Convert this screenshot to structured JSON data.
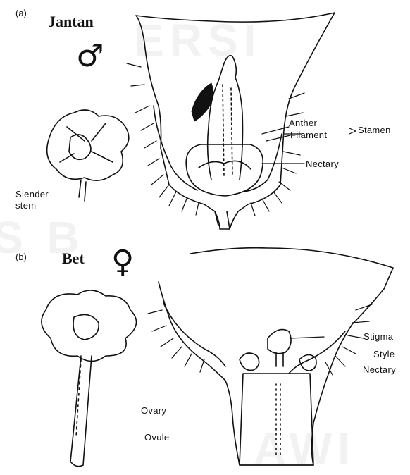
{
  "figure": {
    "panel_a": {
      "letter": "(a)",
      "title": "Jantan",
      "symbol": "♂",
      "labels": {
        "anther": "Anther",
        "filament": "Filament",
        "stamen": "Stamen",
        "nectary": "Nectary",
        "slender_stem": "Slender stem"
      }
    },
    "panel_b": {
      "letter": "(b)",
      "title": "Bet",
      "symbol": "♀",
      "labels": {
        "stigma": "Stigma",
        "style": "Style",
        "nectary": "Nectary",
        "ovary": "Ovary",
        "ovule": "Ovule"
      }
    }
  },
  "colors": {
    "ink": "#111111",
    "background": "#ffffff",
    "watermark": "#e6e6e6"
  }
}
